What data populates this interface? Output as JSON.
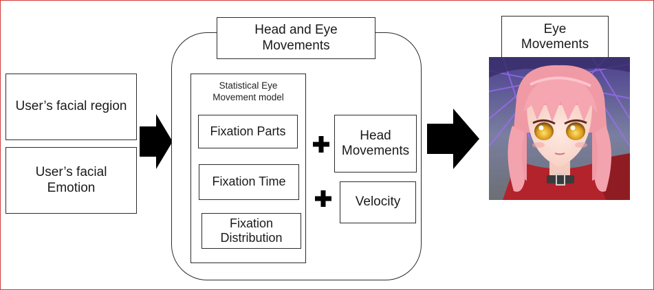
{
  "inputs": {
    "facial_region": "User’s facial region",
    "facial_emotion_line1": "User’s facial",
    "facial_emotion_line2": "Emotion"
  },
  "head_eye": {
    "title_line1": "Head and Eye",
    "title_line2": "Movements"
  },
  "stat_model": {
    "caption_line1": "Statistical Eye",
    "caption_line2": "Movement model",
    "fixation_parts": "Fixation Parts",
    "fixation_time": "Fixation Time",
    "fixation_distribution_line1": "Fixation",
    "fixation_distribution_line2": "Distribution"
  },
  "factors": {
    "head_movements_line1": "Head",
    "head_movements_line2": "Movements",
    "velocity": "Velocity"
  },
  "output": {
    "title_line1": "Eye",
    "title_line2": "Movements"
  },
  "colors": {
    "border_accent": "#d23a3a",
    "arrow": "#000000",
    "line": "#2a2a2a"
  },
  "icons": [
    "right-arrow-icon",
    "plus-icon",
    "anime-character-avatar"
  ]
}
